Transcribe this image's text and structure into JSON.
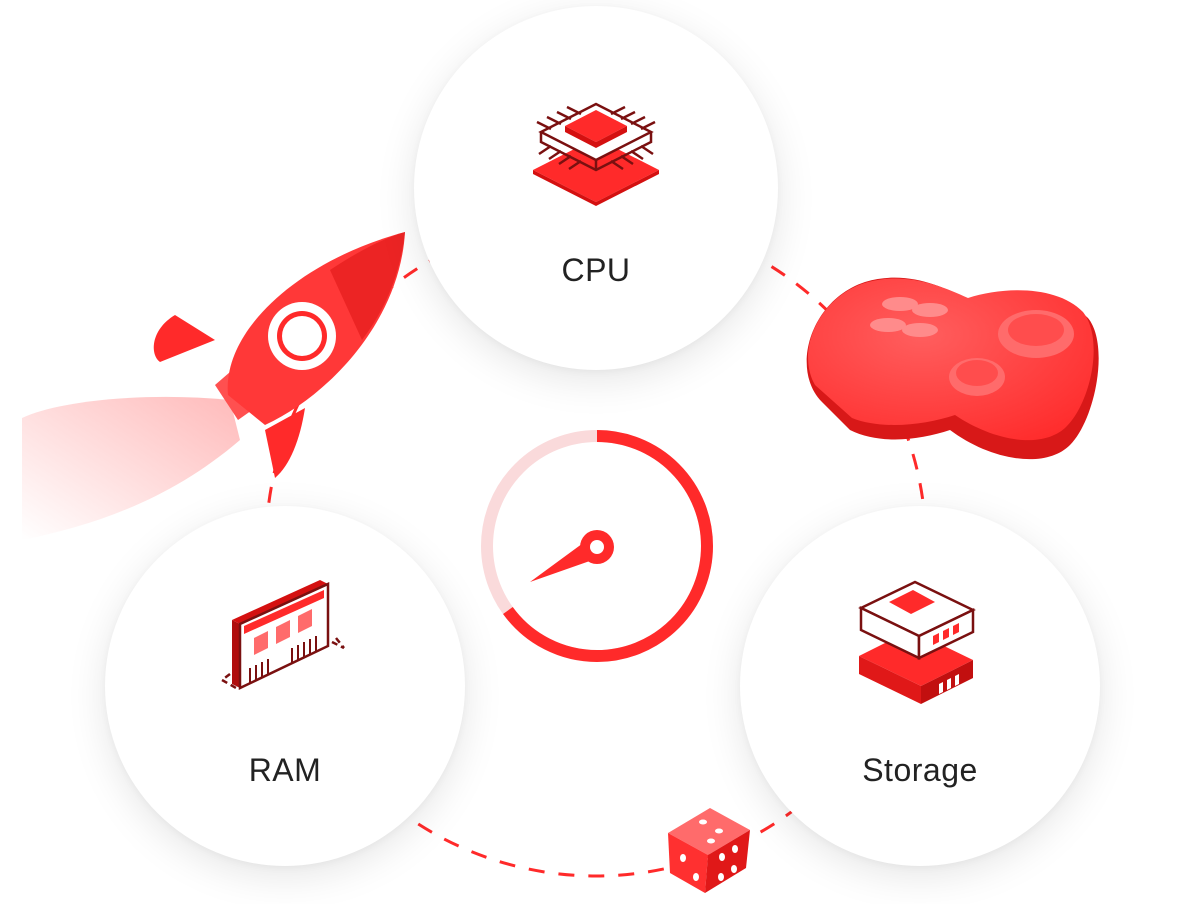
{
  "theme": {
    "accent": "#ff2a2a",
    "accent_dark": "#d41010",
    "accent_light": "#ff5a5a",
    "outline": "#7a1010",
    "text": "#222222",
    "track": "#fadadb"
  },
  "nodes": {
    "cpu": {
      "label": "CPU",
      "icon": "cpu-chip-icon"
    },
    "ram": {
      "label": "RAM",
      "icon": "ram-module-icon"
    },
    "storage": {
      "label": "Storage",
      "icon": "ssd-storage-icon"
    }
  },
  "center": {
    "icon": "speedometer-gauge-icon",
    "gauge_fill": 0.65
  },
  "decorations": [
    "rocket-icon",
    "gamepad-icon",
    "dice-icon"
  ]
}
